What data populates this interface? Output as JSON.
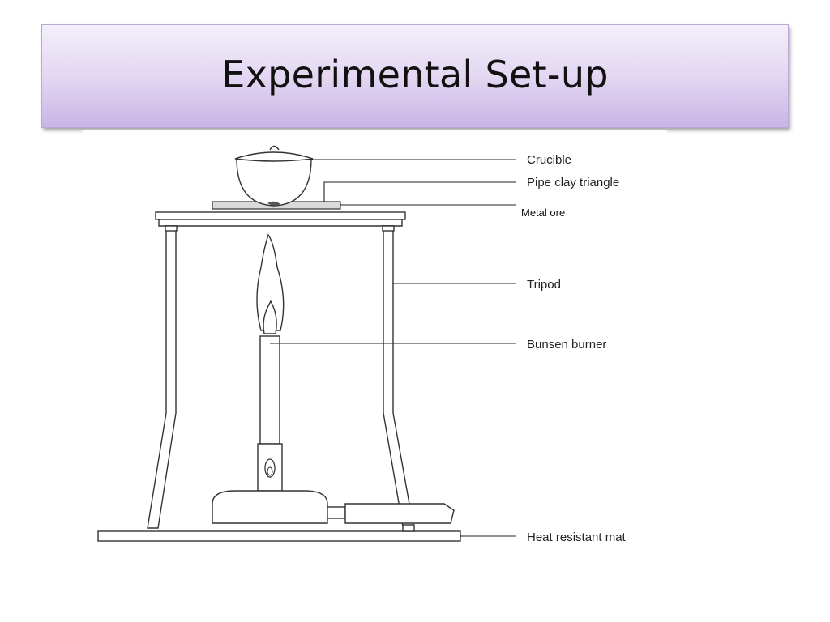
{
  "slide": {
    "title": "Experimental Set-up"
  },
  "diagram": {
    "labels": {
      "crucible": "Crucible",
      "pipe_clay_triangle": "Pipe clay triangle",
      "metal_ore": "Metal ore",
      "tripod": "Tripod",
      "bunsen_burner": "Bunsen burner",
      "heat_resistant_mat": "Heat resistant mat"
    }
  }
}
